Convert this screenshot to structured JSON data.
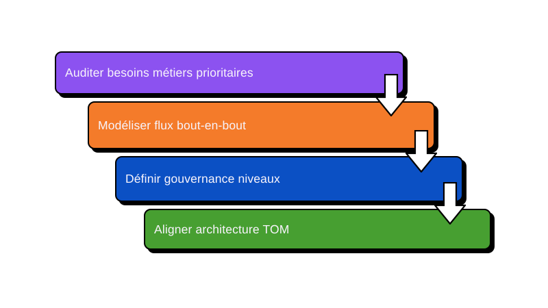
{
  "diagram": {
    "type": "cascading-process-flow",
    "background_color": "#ffffff",
    "title": "",
    "steps": [
      {
        "index": 1,
        "label": "Auditer besoins métiers prioritaires",
        "color": "#8c52f0",
        "text_color": "#f7f3fb"
      },
      {
        "index": 2,
        "label": "Modéliser flux bout-en-bout",
        "color": "#f47b2a",
        "text_color": "#f7f3fb"
      },
      {
        "index": 3,
        "label": "Définir gouvernance niveaux",
        "color": "#0b50c4",
        "text_color": "#f7f3fb"
      },
      {
        "index": 4,
        "label": "Aligner architecture TOM",
        "color": "#479f31",
        "text_color": "#f7f3fb"
      }
    ],
    "connectors": [
      {
        "from": 1,
        "to": 2,
        "icon": "arrow-down-icon",
        "fill": "#ffffff",
        "stroke": "#000000"
      },
      {
        "from": 2,
        "to": 3,
        "icon": "arrow-down-icon",
        "fill": "#ffffff",
        "stroke": "#000000"
      },
      {
        "from": 3,
        "to": 4,
        "icon": "arrow-down-icon",
        "fill": "#ffffff",
        "stroke": "#000000"
      }
    ]
  }
}
